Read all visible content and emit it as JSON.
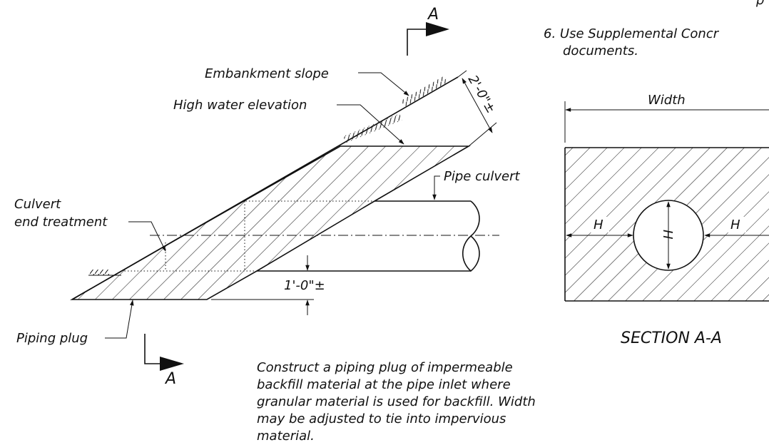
{
  "labels": {
    "embankment_slope": "Embankment slope",
    "high_water_elevation": "High water elevation",
    "pipe_culvert": "Pipe culvert",
    "culvert_line1": "Culvert",
    "culvert_line2": "end treatment",
    "piping_plug": "Piping plug",
    "dim_top": "2'-0\"±",
    "dim_bottom": "1'-0\"±",
    "section_marker": "A",
    "width": "Width",
    "h_left": "H",
    "h_center": "H",
    "h_right": "H",
    "section_title": "SECTION A-A"
  },
  "notes": {
    "item6_line1": "6. Use Supplemental Concr",
    "item6_line2": "documents.",
    "top_fragment": "p",
    "plug_note": "Construct a piping plug of impermeable backfill material at the pipe inlet where granular material is used for backfill. Width may be adjusted to tie into impervious material."
  }
}
